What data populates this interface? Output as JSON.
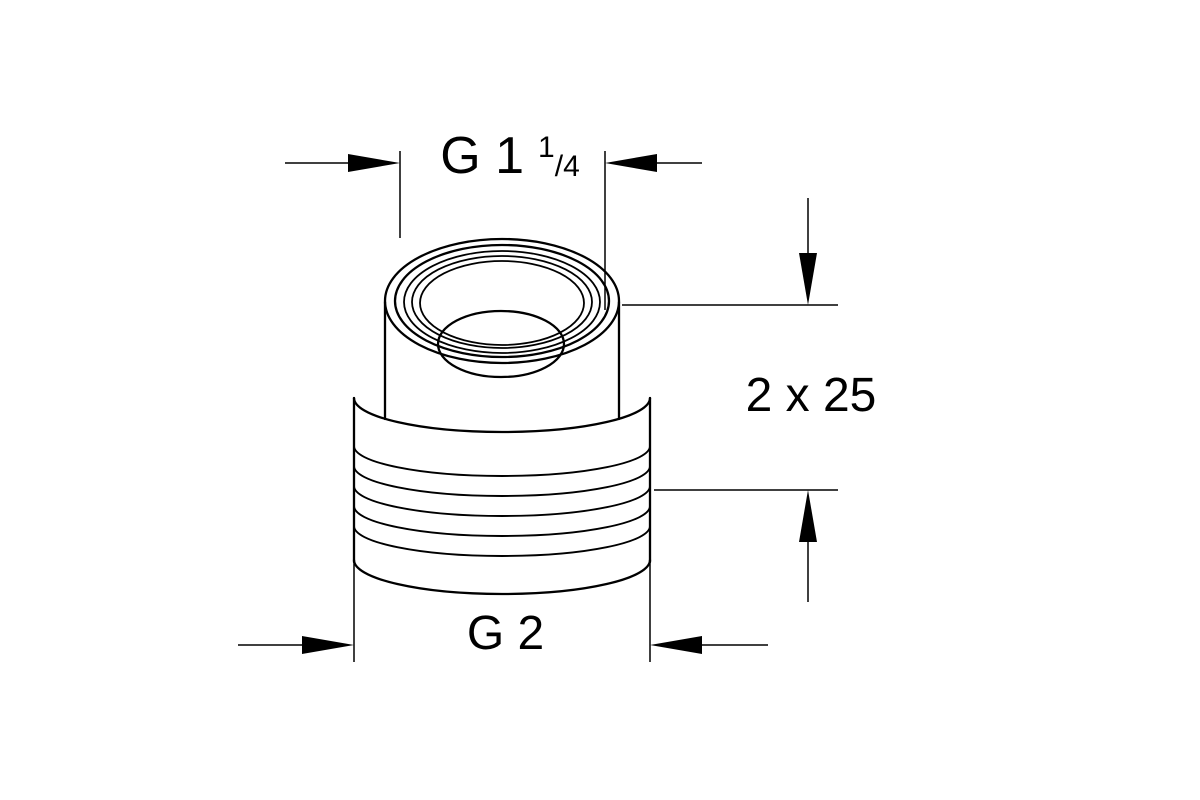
{
  "page": {
    "background_color": "#ffffff",
    "line_color": "#000000"
  },
  "drawing": {
    "kind": "technical-dimension-drawing",
    "subject": "threaded reducing adapter fitting",
    "dimensions": {
      "top_thread": {
        "main": "G 1",
        "frac_num": "1",
        "frac_den": "/4"
      },
      "height": {
        "label": "2 x 25"
      },
      "bottom_thread": {
        "label": "G 2"
      }
    }
  }
}
